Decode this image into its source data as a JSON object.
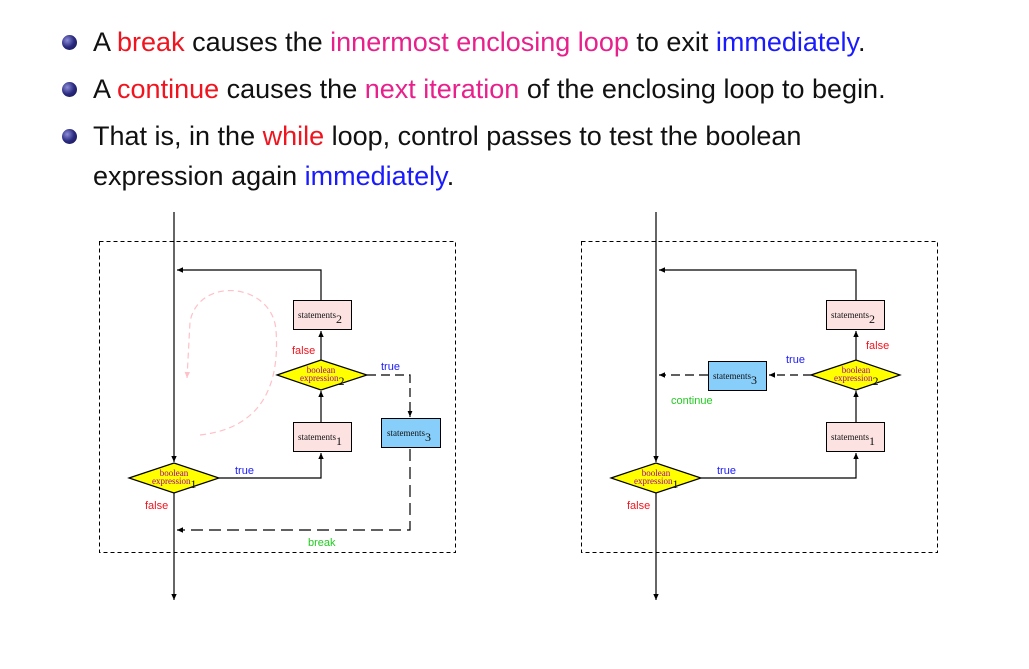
{
  "bullets": [
    {
      "segments": [
        "A ",
        "break",
        " causes the ",
        "innermost enclosing loop",
        " to exit ",
        "immediately",
        "."
      ]
    },
    {
      "segments": [
        "A ",
        "continue",
        " causes the ",
        "next iteration",
        " of the enclosing loop to begin."
      ]
    },
    {
      "segments": [
        "That is, in the ",
        "while",
        " loop, control passes to test the boolean expression again ",
        "immediately",
        "."
      ]
    }
  ],
  "colors": {
    "keyword": "#f0141e",
    "emphasis": "#e8208c",
    "highlight": "#1a1aff",
    "statement_fill": "#fde2e2",
    "statement3_fill": "#87cefa",
    "diamond_fill": "#ffff00",
    "jump_label": "#22cc22"
  },
  "diagrams": {
    "break": {
      "statements1": "statements",
      "statements1_sub": "1",
      "statements2": "statements",
      "statements2_sub": "2",
      "statements3": "statements",
      "statements3_sub": "3",
      "expr1_line1": "boolean",
      "expr1_line2": "expression",
      "expr1_sub": "1",
      "expr2_line1": "boolean",
      "expr2_line2": "expression",
      "expr2_sub": "2",
      "true1": "true",
      "false1": "false",
      "true2": "true",
      "false2": "false",
      "jump_label": "break"
    },
    "continue": {
      "statements1": "statements",
      "statements1_sub": "1",
      "statements2": "statements",
      "statements2_sub": "2",
      "statements3": "statements",
      "statements3_sub": "3",
      "expr1_line1": "boolean",
      "expr1_line2": "expression",
      "expr1_sub": "1",
      "expr2_line1": "boolean",
      "expr2_line2": "expression",
      "expr2_sub": "2",
      "true1": "true",
      "false1": "false",
      "true2": "true",
      "false2": "false",
      "jump_label": "continue"
    }
  }
}
